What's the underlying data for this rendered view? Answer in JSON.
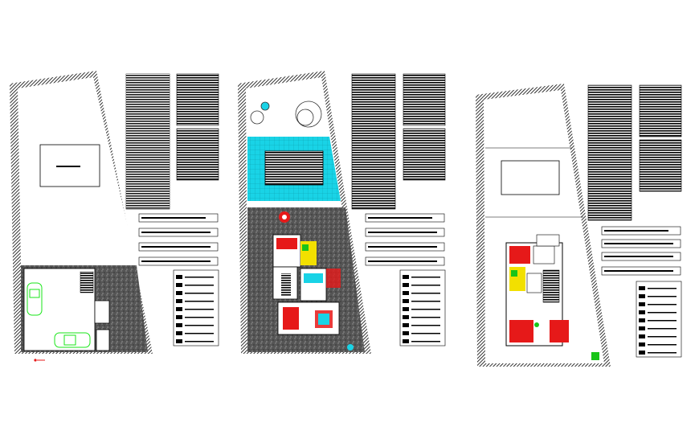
{
  "title": "",
  "colors": {
    "background": "#ffffff",
    "wall": "#000000",
    "paving": "#4a4a4a",
    "pool_water": "#19d3e6",
    "garage_car": "#19e619",
    "furniture_red": "#e61919",
    "furniture_yellow": "#f2e000",
    "furniture_green": "#19c419",
    "tree": "#333333"
  },
  "sheets": [
    {
      "name": "site-plan-garage",
      "has_pool": false,
      "has_cars": true,
      "has_house": false
    },
    {
      "name": "site-plan-furnished",
      "has_pool": true,
      "has_cars": false,
      "has_house": true
    },
    {
      "name": "site-plan-outline",
      "has_pool": true,
      "has_cars": false,
      "has_house": true
    }
  ],
  "icons": [
    "north-arrow-icon",
    "car-icon",
    "tree-icon",
    "pool-icon"
  ]
}
